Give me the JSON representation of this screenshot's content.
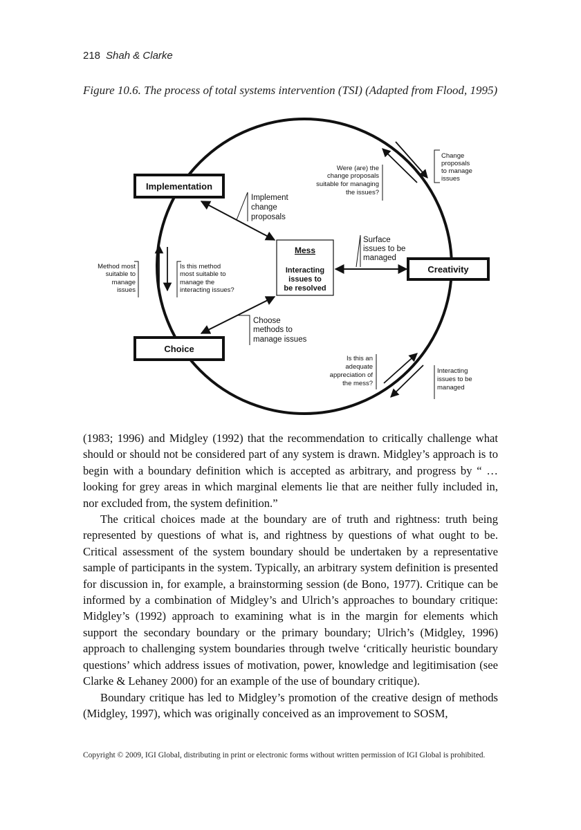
{
  "header": {
    "page_number": "218",
    "authors": "Shah & Clarke"
  },
  "figure": {
    "caption": "Figure 10.6. The process of total systems intervention (TSI) (Adapted from Flood, 1995)",
    "boxes": {
      "implementation": "Implementation",
      "creativity": "Creativity",
      "choice": "Choice",
      "mess_title": "Mess",
      "mess_lines": [
        "Interacting",
        "issues to",
        "be resolved"
      ]
    },
    "labels": {
      "implement": [
        "Implement",
        "change",
        "proposals"
      ],
      "surface": [
        "Surface",
        "issues to be",
        "managed"
      ],
      "choose": [
        "Choose",
        "methods to",
        "manage issues"
      ],
      "change_proposals": [
        "Change",
        "proposals",
        "to manage",
        "issues"
      ],
      "were_are": [
        "Were (are) the",
        "change proposals",
        "suitable for managing",
        "the issues?"
      ],
      "method_most": [
        "Method most",
        "suitable to",
        "manage",
        "issues"
      ],
      "is_this_method": [
        "Is this method",
        "most suitable to",
        "manage the",
        "interacting issues?"
      ],
      "is_this_adequate": [
        "Is this an",
        "adequate",
        "appreciation of",
        "the mess?"
      ],
      "interacting_issues": [
        "Interacting",
        "issues to be",
        "managed"
      ]
    }
  },
  "body": {
    "paragraphs": [
      "(1983; 1996) and Midgley (1992) that the recommendation to critically challenge what should or should not be considered part of any system is drawn. Midgley’s approach is to begin with a boundary definition which is accepted as arbitrary, and progress by “ … looking for grey areas in which marginal elements lie that are neither fully included in, nor excluded from, the system definition.”",
      "The critical choices made at the boundary are of truth and rightness: truth being represented by questions of what is, and rightness by questions of what ought to be. Critical assessment of the system boundary should be undertaken by a representative sample of participants in the system. Typically, an arbitrary system definition is presented for discussion in, for example, a brainstorming session (de Bono, 1977). Critique can be informed by a combination of Midgley’s and Ulrich’s approaches to boundary critique: Midgley’s (1992) approach to examining what is in the margin for elements which support the secondary boundary or the primary boundary; Ulrich’s (Midgley, 1996) approach to challenging system boundaries through twelve ‘critically heuristic boundary questions’ which address issues of motivation, power, knowledge and legitimisation (see Clarke & Lehaney 2000) for an example of the use of boundary critique).",
      "Boundary critique has led to Midgley’s promotion of the creative design of methods (Midgley, 1997), which was originally conceived as an improvement to SOSM,"
    ]
  },
  "footer": {
    "copyright": "Copyright © 2009, IGI Global, distributing in print or electronic forms without written permission of IGI Global is prohibited."
  }
}
